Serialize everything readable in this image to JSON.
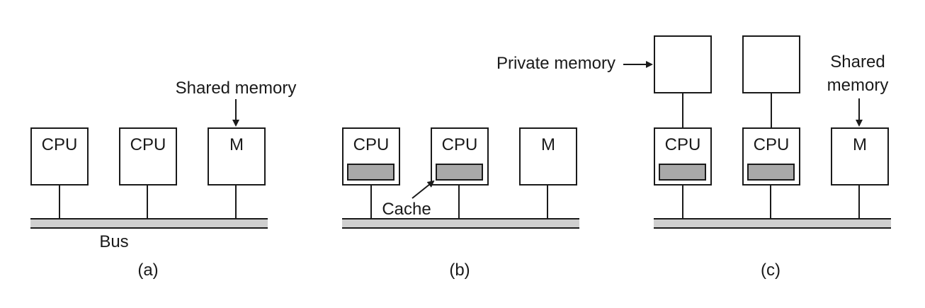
{
  "colors": {
    "line": "#1a1a1a",
    "bus": "#cfcfcf",
    "cache": "#a9a9a9",
    "background": "#ffffff"
  },
  "diagram_a": {
    "cpu1": "CPU",
    "cpu2": "CPU",
    "memory": "M",
    "shared_memory_label": "Shared memory",
    "bus_label": "Bus",
    "caption": "(a)"
  },
  "diagram_b": {
    "cpu1": "CPU",
    "cpu2": "CPU",
    "memory": "M",
    "cache_label": "Cache",
    "caption": "(b)"
  },
  "diagram_c": {
    "cpu1": "CPU",
    "cpu2": "CPU",
    "memory": "M",
    "private_memory_label": "Private memory",
    "shared_memory_line1": "Shared",
    "shared_memory_line2": "memory",
    "caption": "(c)"
  }
}
